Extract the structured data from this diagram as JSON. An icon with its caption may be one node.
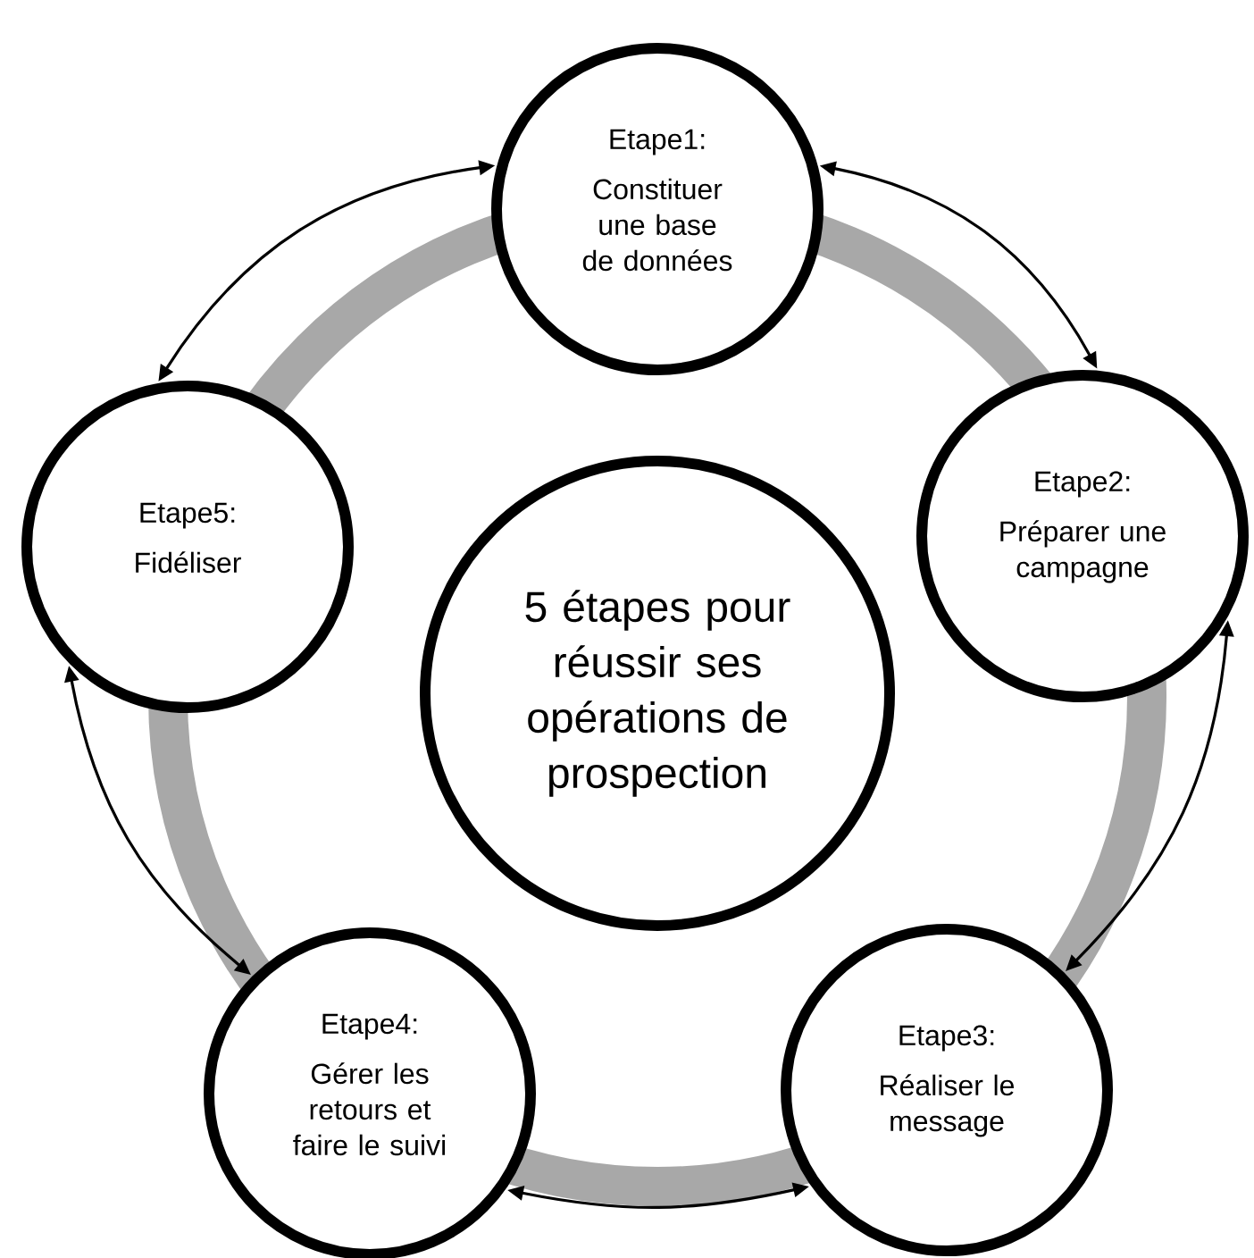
{
  "diagram": {
    "nodes": [
      {
        "text": [
          "Etape1:",
          "Constituer une base de données"
        ]
      },
      {
        "text": [
          "Etape2:",
          "Préparer une campagne"
        ]
      },
      {
        "text": [
          "Etape3:",
          "Réaliser le message"
        ]
      },
      {
        "text": [
          "Etape4:",
          "Gérer les retours et faire le suivi"
        ]
      },
      {
        "text": [
          "Etape5:",
          "Fidéliser"
        ]
      },
      {
        "text": [
          "5 étapes pour réussir ses opérations de prospection"
        ]
      }
    ],
    "edges": [
      {
        "from": 4,
        "to": 0,
        "arrow": "both"
      },
      {
        "from": 0,
        "to": 1,
        "arrow": "both"
      },
      {
        "from": 1,
        "to": 2,
        "arrow": "both"
      },
      {
        "from": 2,
        "to": 3,
        "arrow": "both"
      },
      {
        "from": 3,
        "to": 4,
        "arrow": "both"
      }
    ]
  }
}
